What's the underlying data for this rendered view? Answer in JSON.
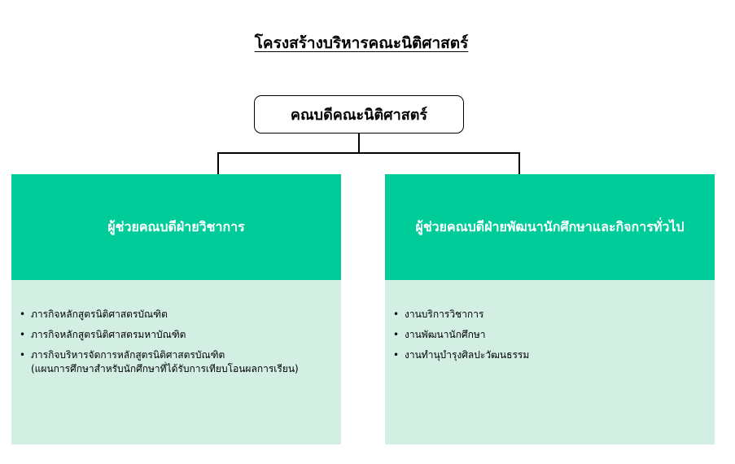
{
  "title": "โครงสร้างบริหารคณะนิติศาสตร์",
  "colors": {
    "header_fill": "#00CC99",
    "body_fill": "#D3EEE2",
    "line": "#000000"
  },
  "root": {
    "label": "คณบดีคณะนิติศาสตร์"
  },
  "branches": [
    {
      "title": "ผู้ช่วยคณบดีฝ่ายวิชาการ",
      "items": [
        {
          "lines": [
            "ภารกิจหลักสูตรนิติศาสตรบัณฑิต"
          ]
        },
        {
          "lines": [
            "ภารกิจหลักสูตรนิติศาสตรมหาบัณฑิต"
          ]
        },
        {
          "lines": [
            "ภารกิจบริหารจัดการหลักสูตรนิติศาสตรบัณฑิต",
            "(แผนการศึกษาสำหรับนักศึกษาที่ได้รับการเทียบโอนผลการเรียน)"
          ]
        }
      ]
    },
    {
      "title": "ผู้ช่วยคณบดีฝ่ายพัฒนานักศึกษาและกิจการทั่วไป",
      "items": [
        {
          "lines": [
            "งานบริการวิชาการ"
          ]
        },
        {
          "lines": [
            "งานพัฒนานักศึกษา"
          ]
        },
        {
          "lines": [
            "งานทำนุบำรุงศิลปะวัฒนธรรม"
          ]
        }
      ]
    }
  ]
}
